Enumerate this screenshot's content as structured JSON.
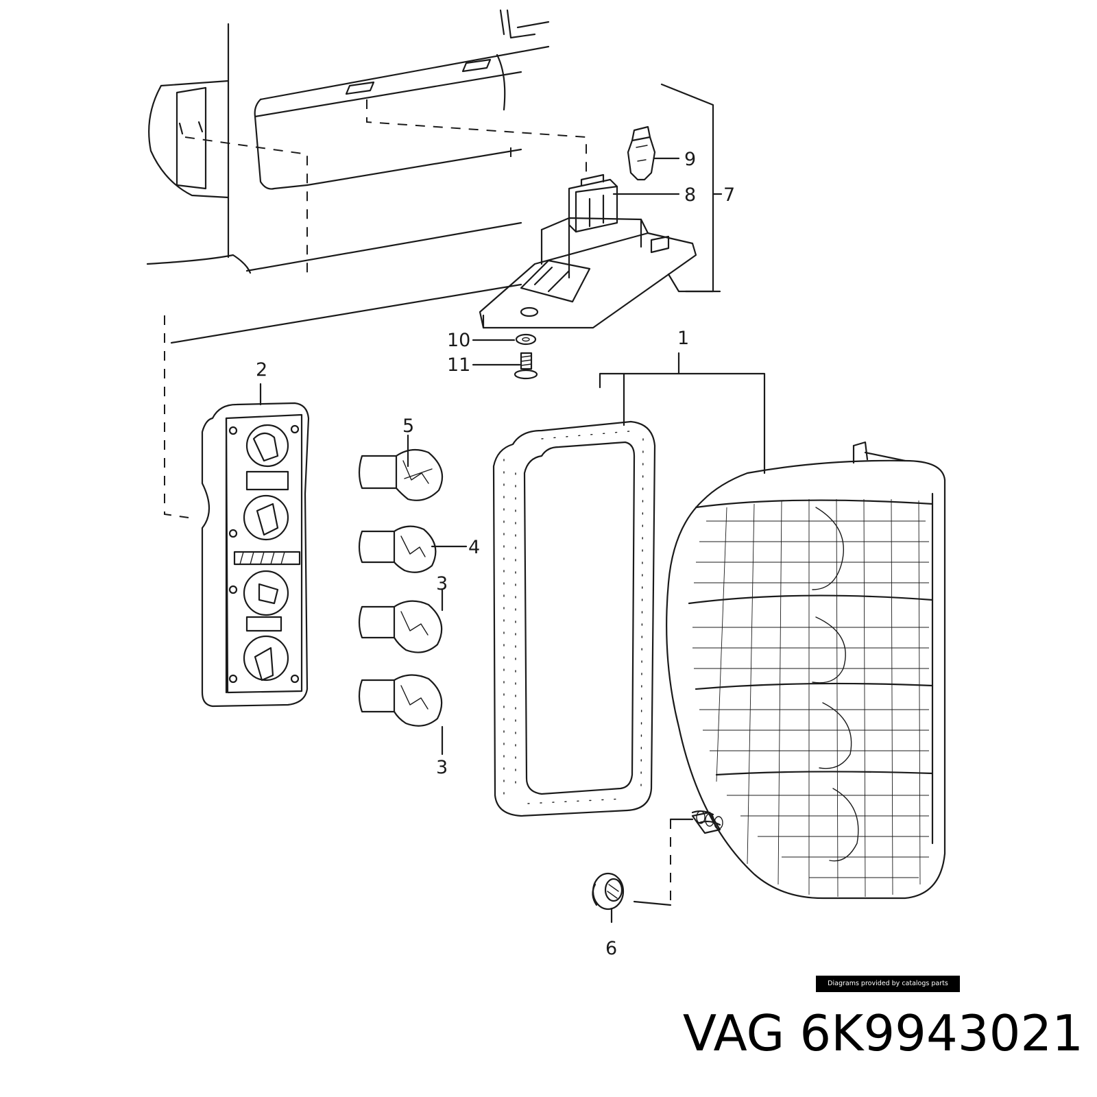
{
  "diagram": {
    "callouts": [
      "1",
      "2",
      "3",
      "3",
      "4",
      "5",
      "6",
      "7",
      "8",
      "9",
      "10",
      "11"
    ]
  },
  "credit": "Diagrams provided by catalogs parts",
  "title": {
    "brand": "VAG",
    "part_number": "6K9943021"
  }
}
